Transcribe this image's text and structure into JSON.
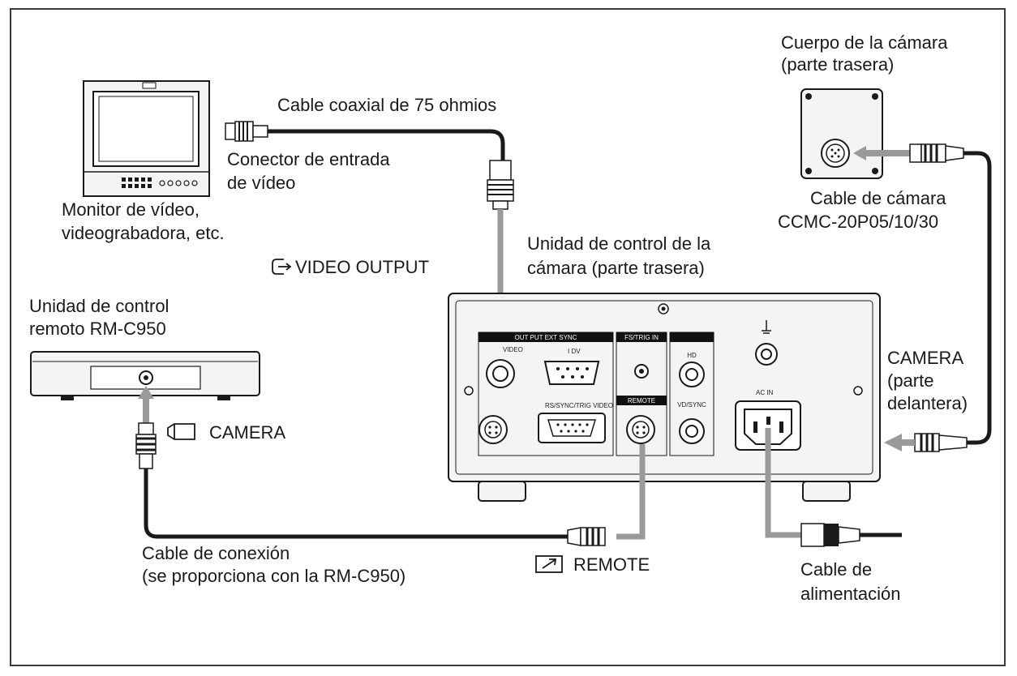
{
  "labels": {
    "camera_body": [
      "Cuerpo de la cámara",
      "(parte trasera)"
    ],
    "coax_cable": "Cable coaxial de 75 ohmios",
    "video_in_connector": [
      "Conector de entrada",
      "de vídeo"
    ],
    "monitor": [
      "Monitor de vídeo,",
      "videograbadora, etc."
    ],
    "camera_cable": [
      "Cable de cámara",
      "CCMC-20P05/10/30"
    ],
    "ccu": [
      "Unidad de control de la",
      "cámara (parte trasera)"
    ],
    "video_output": "VIDEO OUTPUT",
    "remote_unit": [
      "Unidad de control",
      "remoto RM-C950"
    ],
    "camera_front": [
      "CAMERA",
      "(parte",
      "delantera)"
    ],
    "camera_port": "CAMERA",
    "connection_cable": [
      "Cable de conexión",
      "(se proporciona con la RM-C950)"
    ],
    "remote_port": "REMOTE",
    "power_cable": [
      "Cable de",
      "alimentación"
    ]
  },
  "panel": {
    "output_ext_sync": "OUT PUT EXT SYNC",
    "fs_trig_in": "FS/TRIG IN",
    "video": "VIDEO",
    "dv": "I DV",
    "remote": "REMOTE",
    "hd": "HD",
    "vd_sync": "VD/SYNC",
    "ac_in": "AC IN",
    "rs_sync": "RS/SYNC/TRIG VIDEO"
  },
  "colors": {
    "cable": "#9a9a9a",
    "line": "#1a1a1a",
    "device": "#f4f4f4",
    "header_bar": "#111111"
  }
}
